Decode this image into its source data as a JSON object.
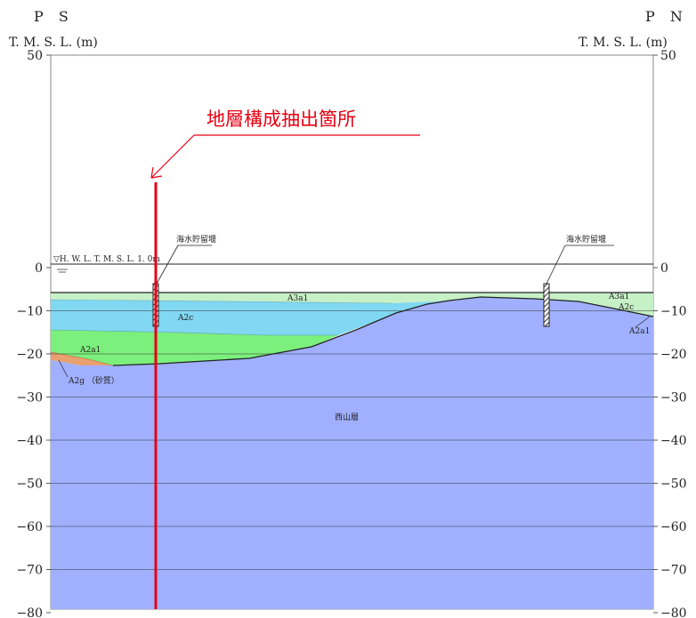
{
  "header": {
    "left_title": "P S",
    "right_title": "P N",
    "left_unit": "T. M. S. L.  (m)",
    "right_unit": "T. M. S. L.  (m)"
  },
  "axis": {
    "ticks": [
      50,
      0,
      -10,
      -20,
      -30,
      -40,
      -50,
      -60,
      -70,
      -80
    ],
    "tick_labels": [
      "50",
      "0",
      "−10",
      "−20",
      "−30",
      "−40",
      "−50",
      "−60",
      "−70",
      "−80"
    ]
  },
  "water_level_label": "▽H. W. L.  T. M. S. L. 1. 0m",
  "annotation": "地層構成抽出箇所",
  "structures": {
    "left_label": "海水貯留堰",
    "right_label": "海水貯留堰"
  },
  "layers": {
    "a3a1": "A3a1",
    "a3a1_right": "A3a1",
    "a2c": "A2c",
    "a2c_right": "A2c",
    "a2a1": "A2a1",
    "a2a1_right": "A2a1",
    "a2g": "A2g （砂質）",
    "nishiyama": "西山層"
  },
  "colors": {
    "a3a1": "#c6f0c6",
    "a2c": "#80d8f2",
    "a2a1": "#7cf07c",
    "a2g": "#e8a070",
    "nishiyama": "#a0b0ff",
    "annotation": "#e60012"
  }
}
